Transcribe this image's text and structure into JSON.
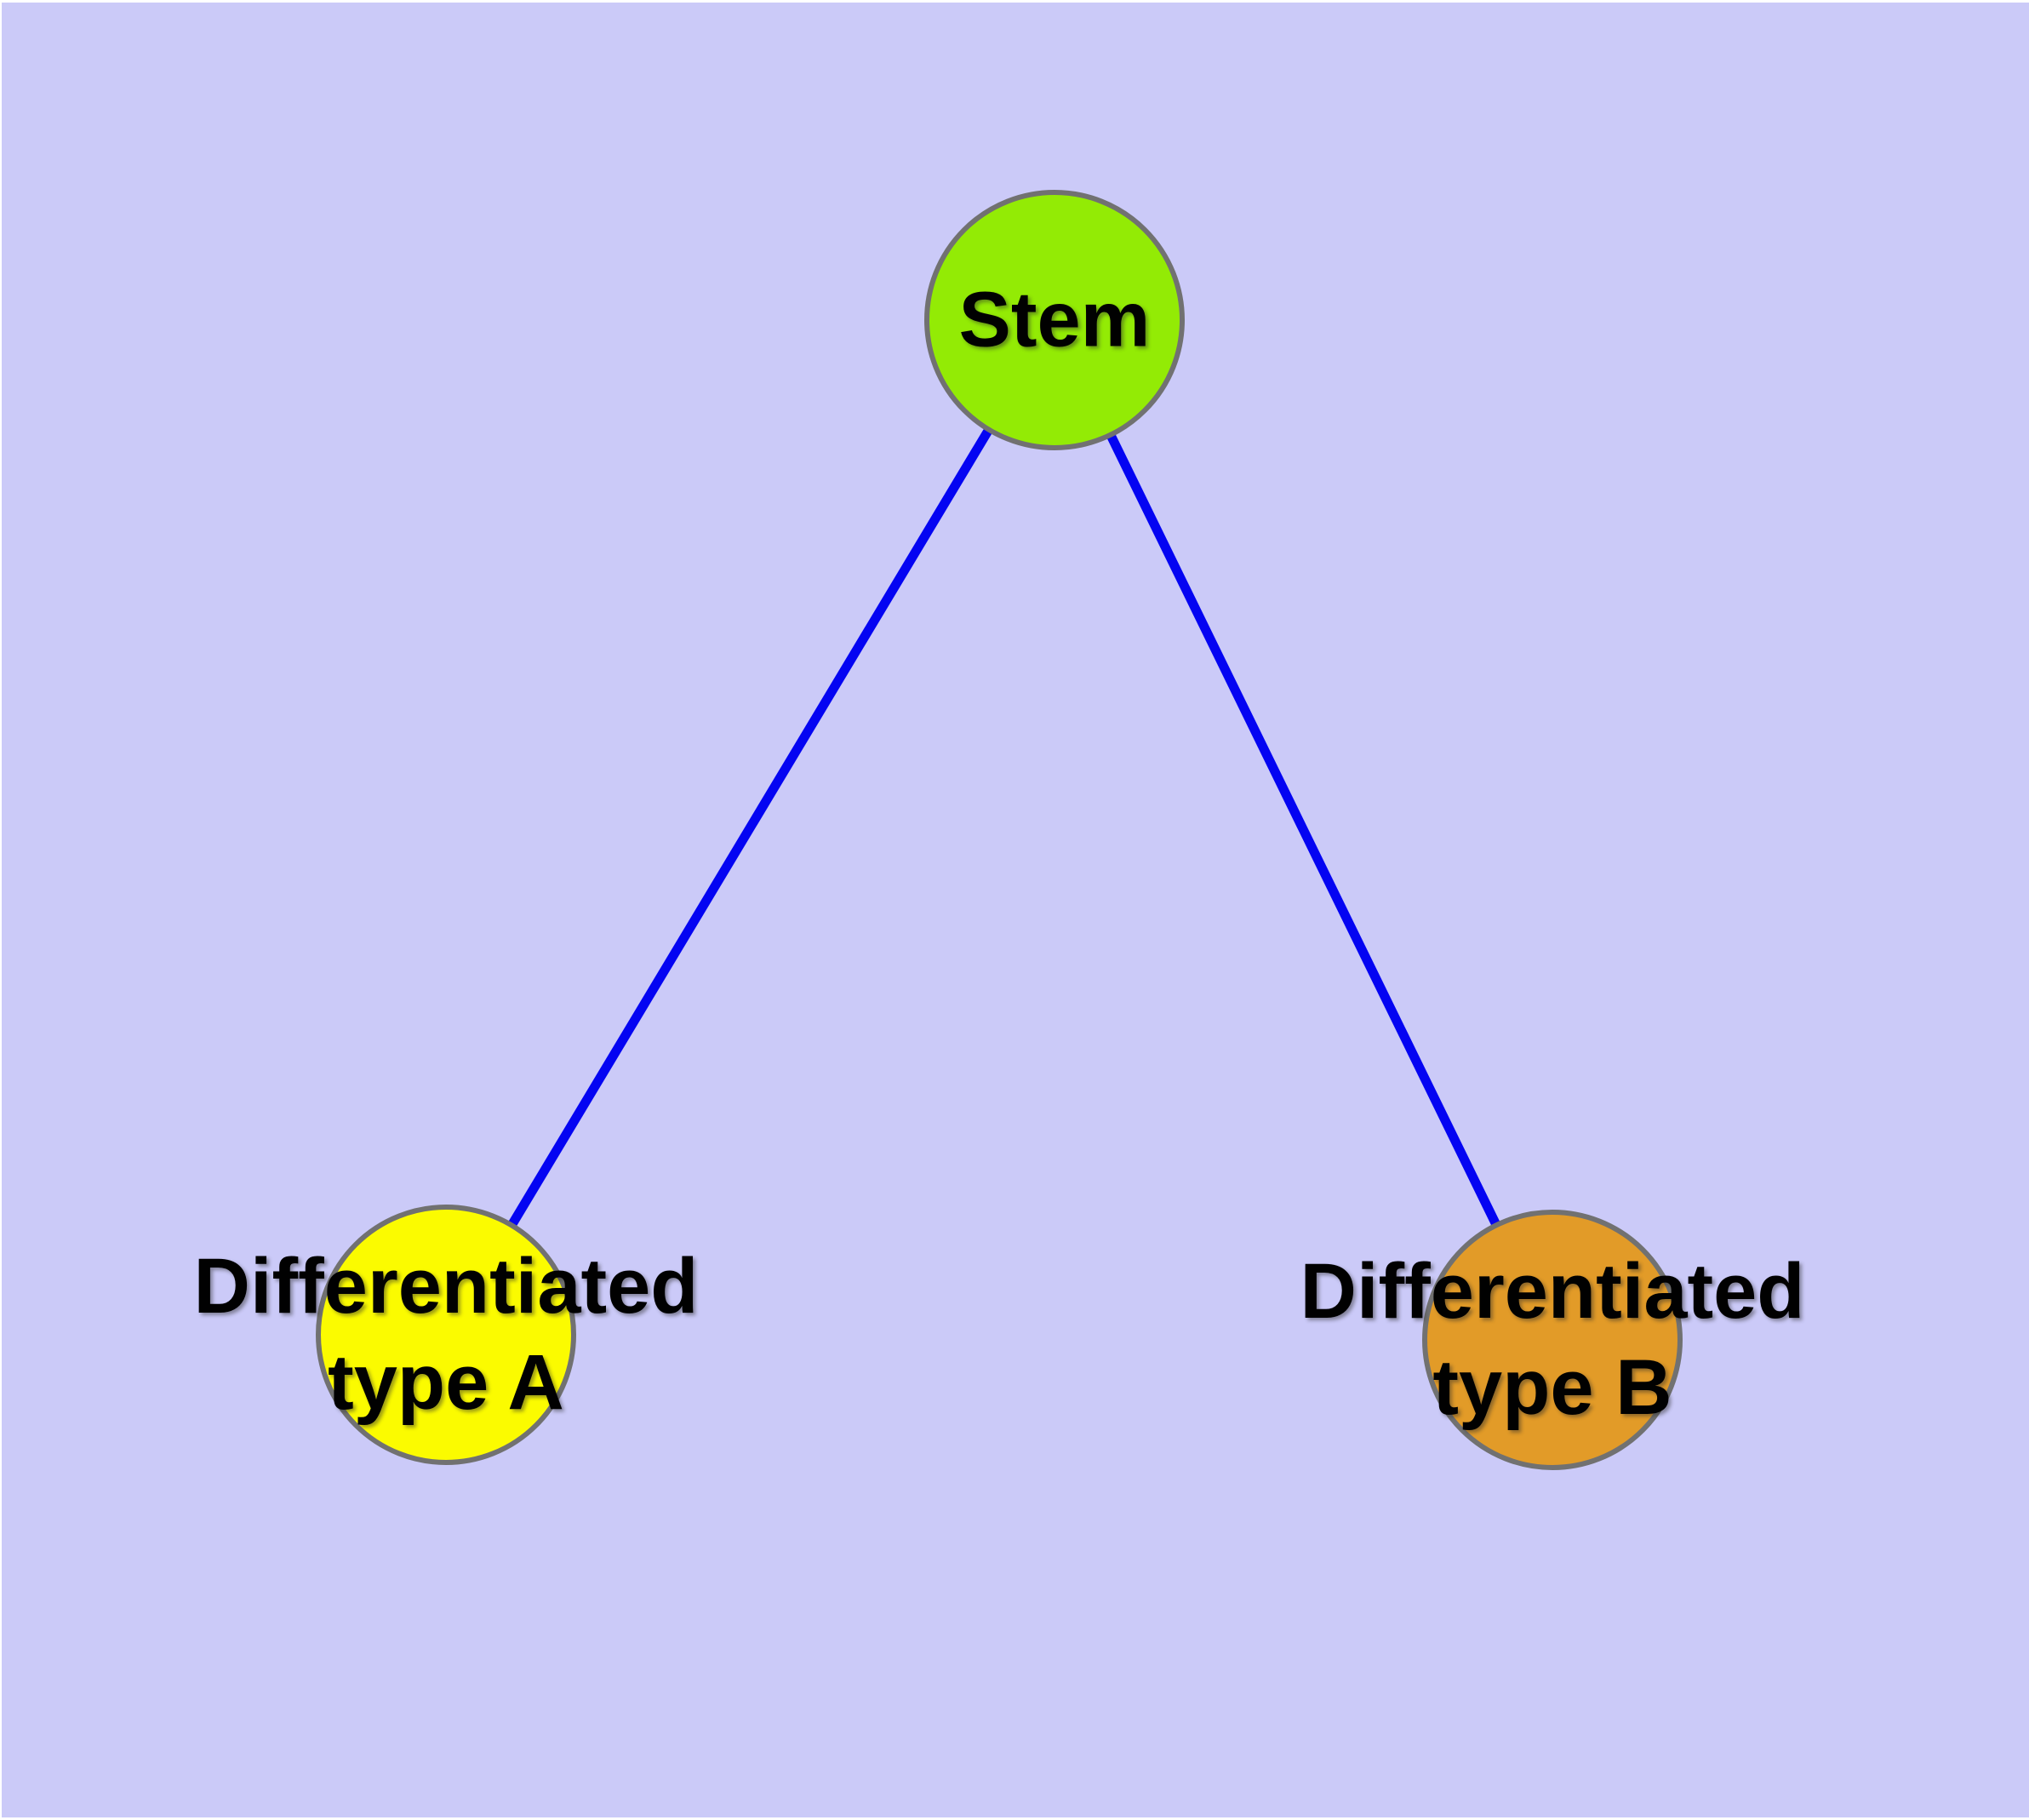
{
  "canvas": {
    "background_color": "#cbcaf8",
    "margin_color": "#ffffff"
  },
  "edges": {
    "color": "#0404f2"
  },
  "nodes": {
    "border_color": "#717171",
    "stem": {
      "label": "Stem",
      "fill": "#93eb05"
    },
    "type_a": {
      "label_line1": "Differentiated",
      "label_line2": "type A",
      "fill": "#fbfb00"
    },
    "type_b": {
      "label_line1": "Differentiated",
      "label_line2": "type B",
      "fill": "#e29b28"
    }
  }
}
